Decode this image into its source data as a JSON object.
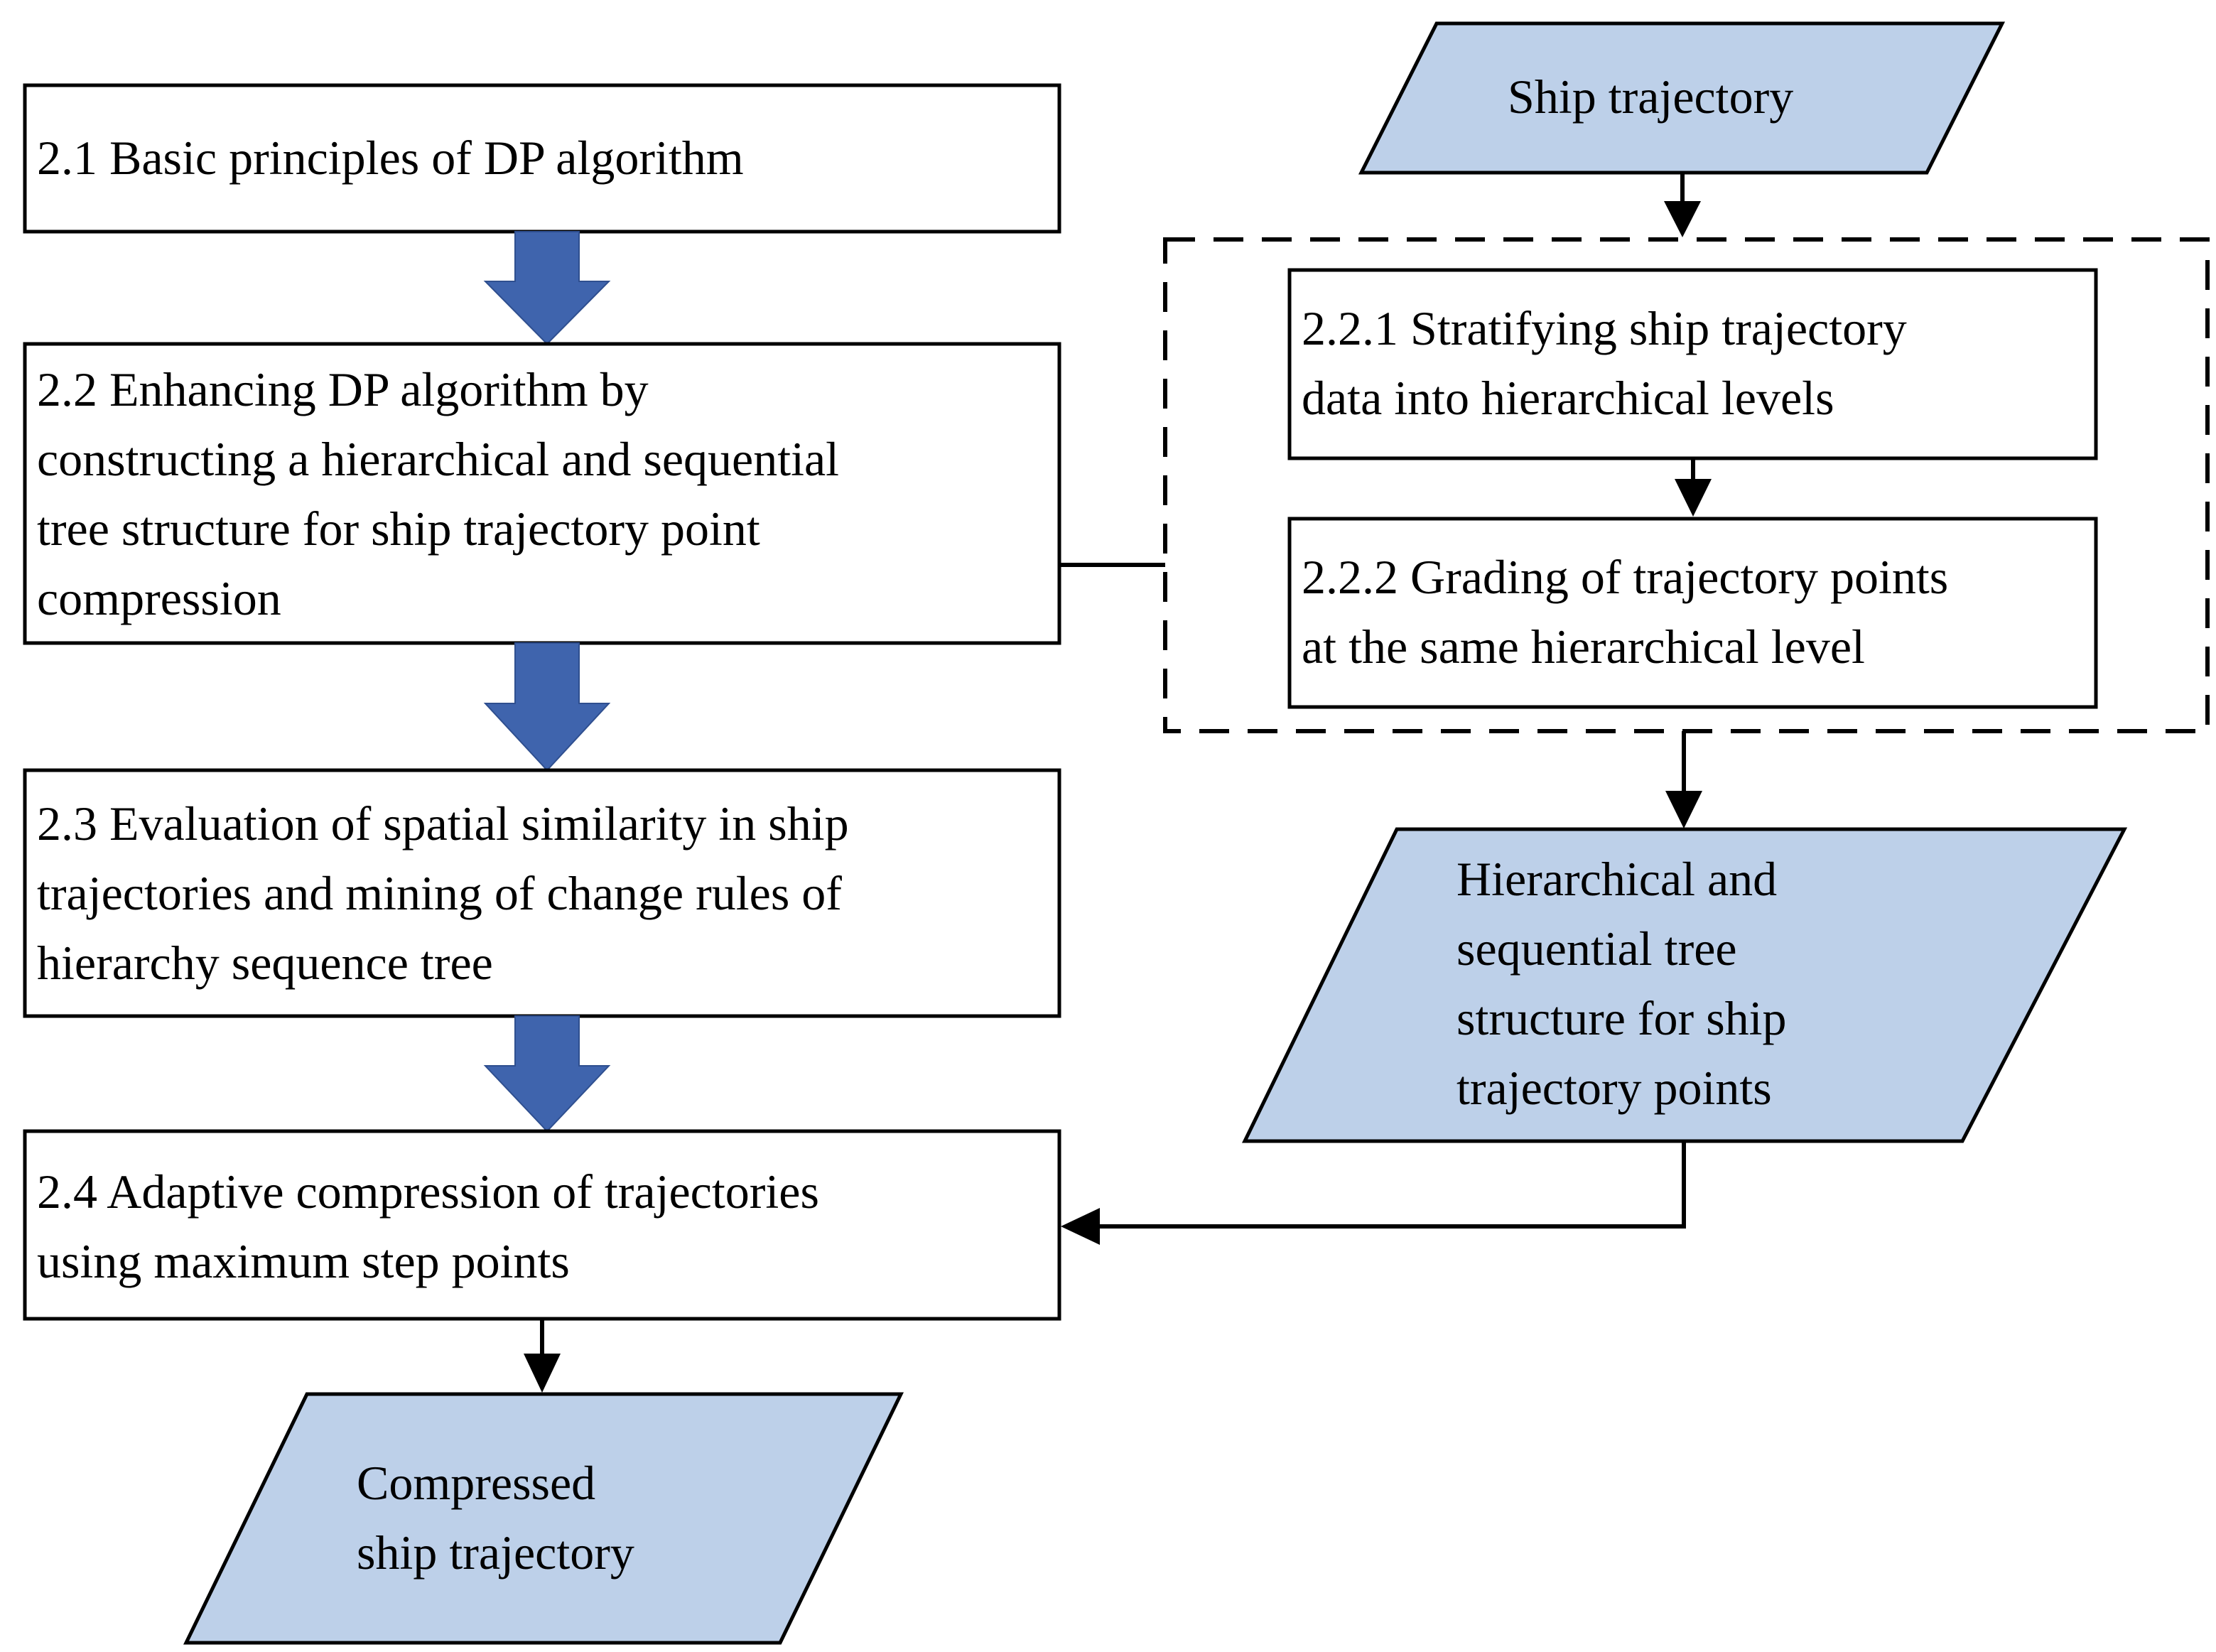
{
  "colors": {
    "io_fill": "#bdd0e9",
    "process_fill": "#ffffff",
    "block_arrow": "#3f64ad",
    "stroke": "#000000"
  },
  "left_column": {
    "step_2_1": [
      "2.1 Basic principles of DP algorithm"
    ],
    "step_2_2": [
      "2.2 Enhancing DP algorithm by",
      "constructing a hierarchical and sequential",
      "tree structure for ship trajectory point",
      "compression"
    ],
    "step_2_3": [
      "2.3 Evaluation of spatial similarity in ship",
      "trajectories and mining of change rules of",
      "hierarchy sequence tree"
    ],
    "step_2_4": [
      "2.4 Adaptive compression of trajectories",
      "using maximum step points"
    ],
    "output": [
      "Compressed",
      "ship trajectory"
    ]
  },
  "right_column": {
    "input": [
      "Ship trajectory"
    ],
    "step_2_2_1": [
      "2.2.1 Stratifying ship trajectory",
      "data into hierarchical levels"
    ],
    "step_2_2_2": [
      "2.2.2 Grading of trajectory points",
      "at the same hierarchical level"
    ],
    "intermediate_output": [
      "Hierarchical and",
      "sequential tree",
      "structure for ship",
      "trajectory points"
    ]
  }
}
